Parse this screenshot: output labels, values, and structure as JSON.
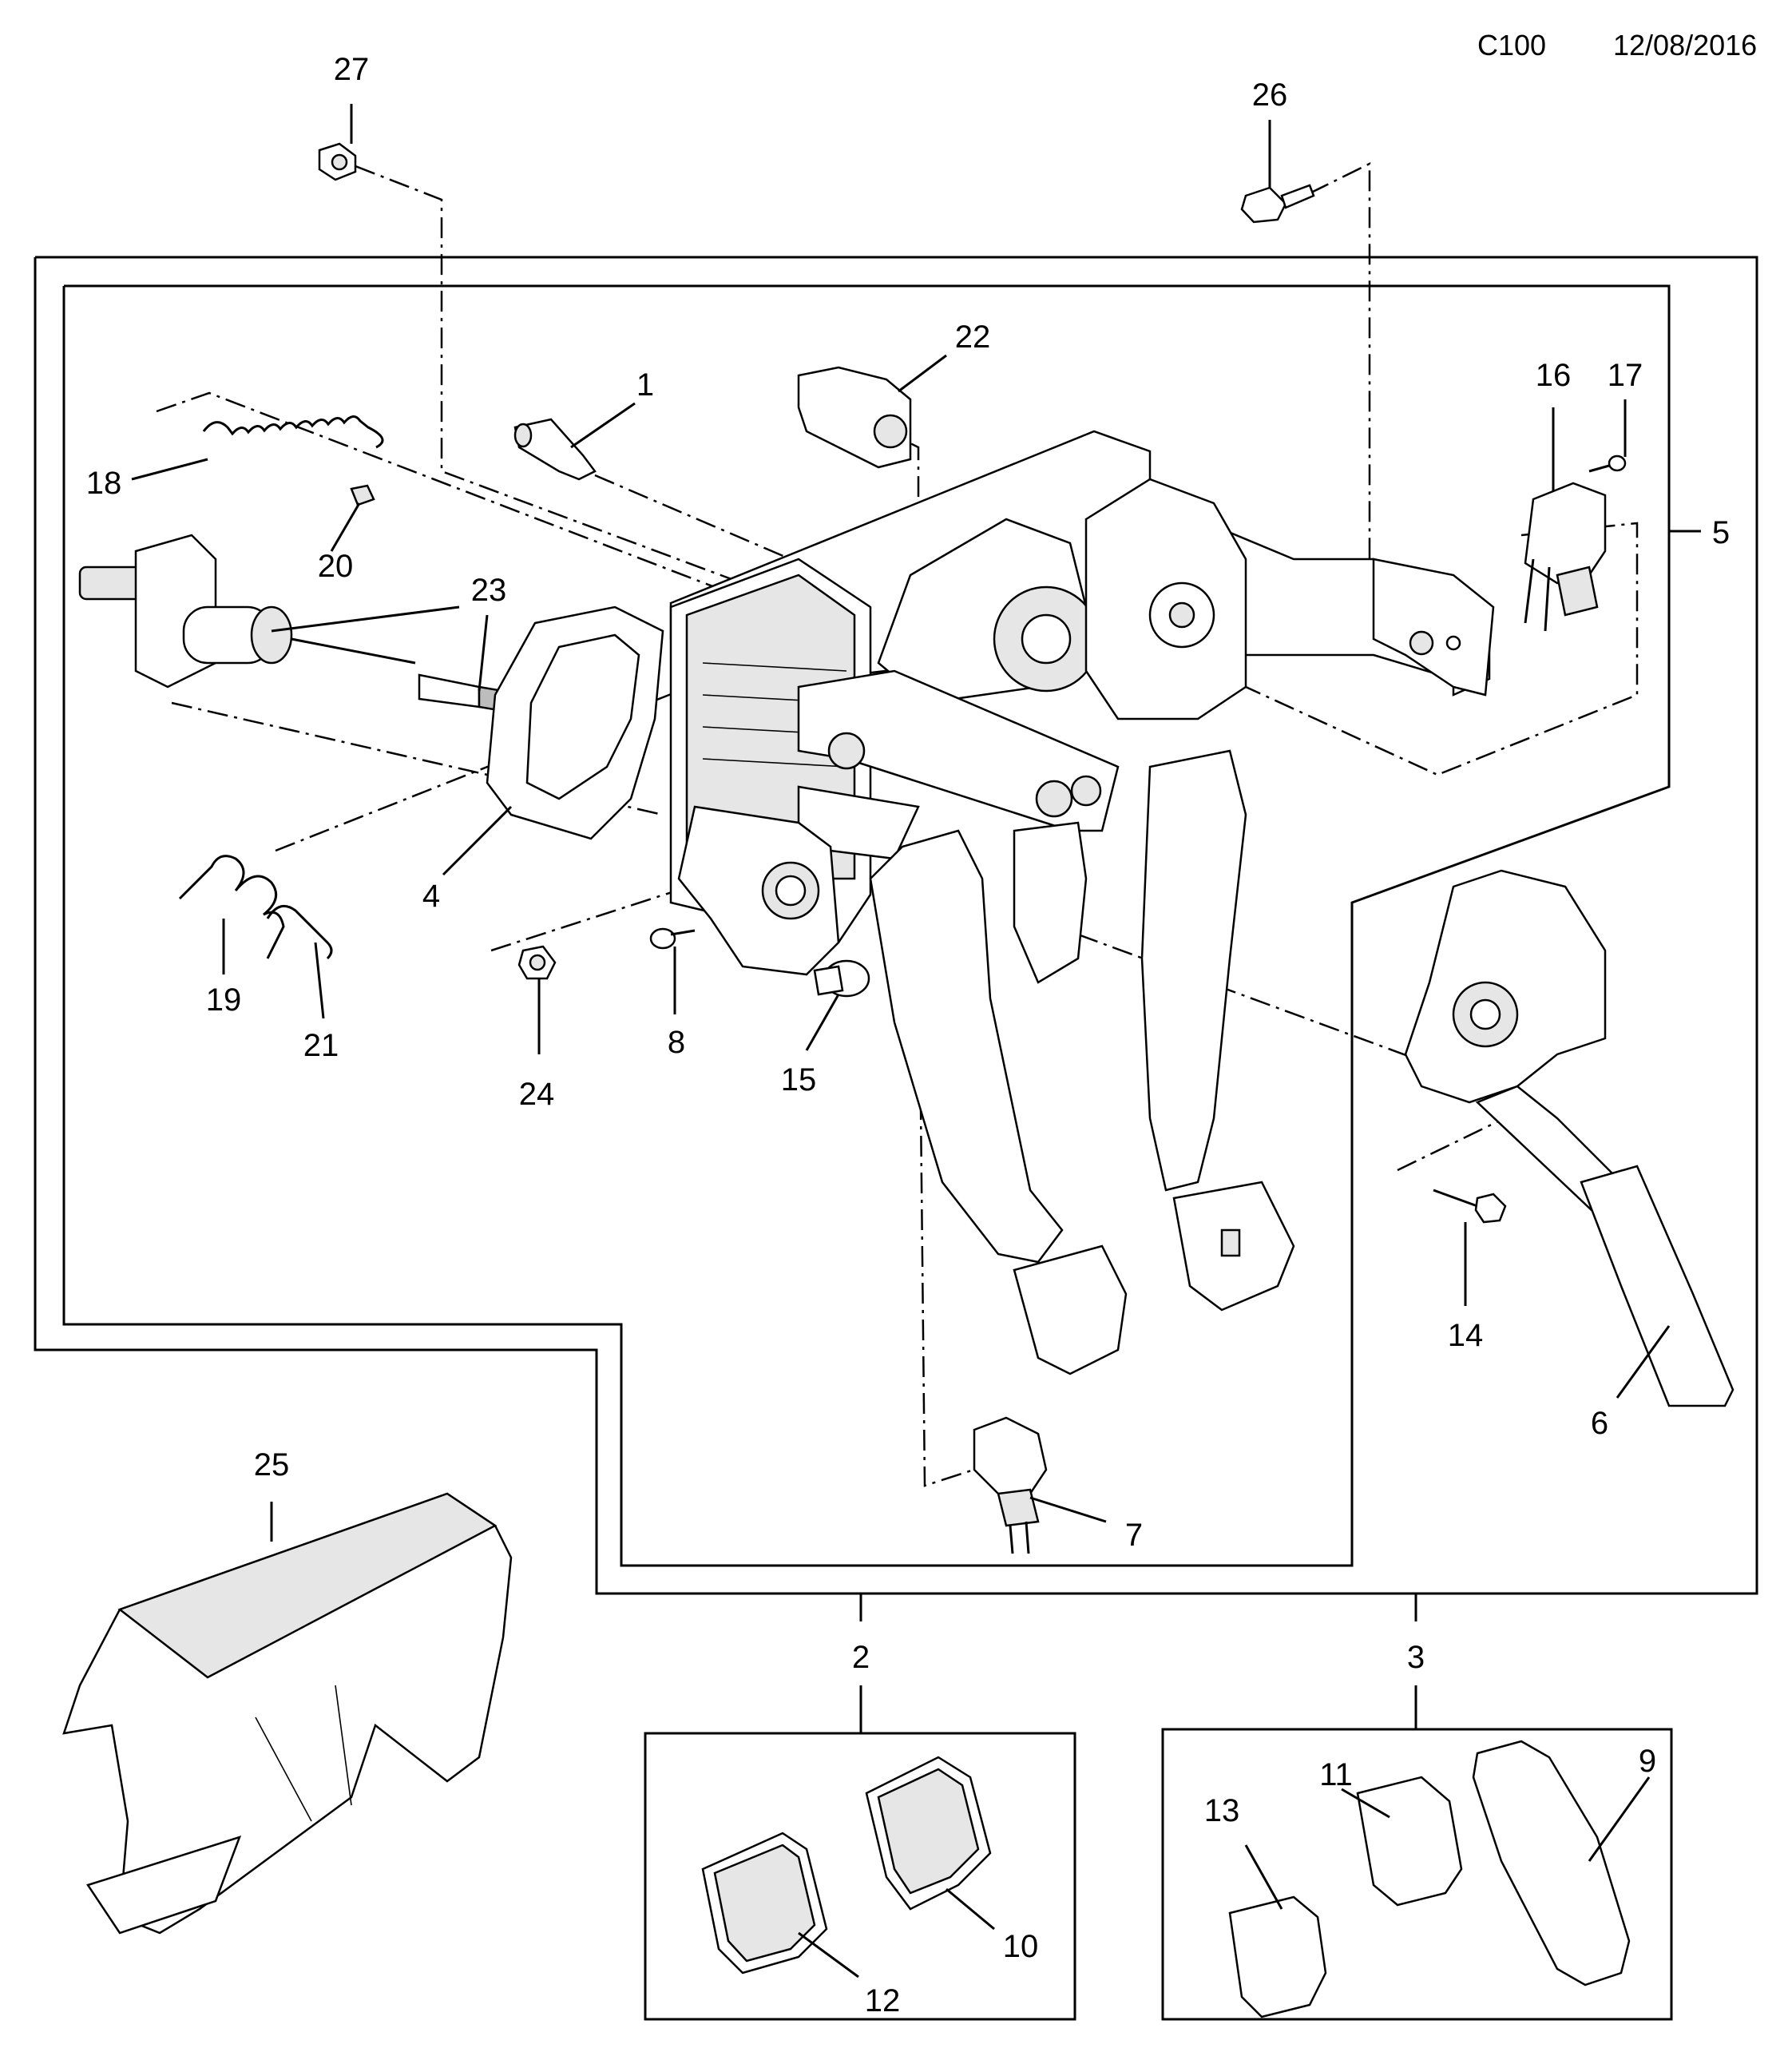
{
  "header": {
    "code": "C100",
    "date": "12/08/2016"
  },
  "callouts": {
    "c1": "1",
    "c2": "2",
    "c3": "3",
    "c4": "4",
    "c5": "5",
    "c6": "6",
    "c7": "7",
    "c8": "8",
    "c9": "9",
    "c10": "10",
    "c11": "11",
    "c12": "12",
    "c13": "13",
    "c14": "14",
    "c15": "15",
    "c16": "16",
    "c17": "17",
    "c18": "18",
    "c19": "19",
    "c20": "20",
    "c21": "21",
    "c22": "22",
    "c23": "23",
    "c24": "24",
    "c25": "25",
    "c26": "26",
    "c27": "27"
  }
}
